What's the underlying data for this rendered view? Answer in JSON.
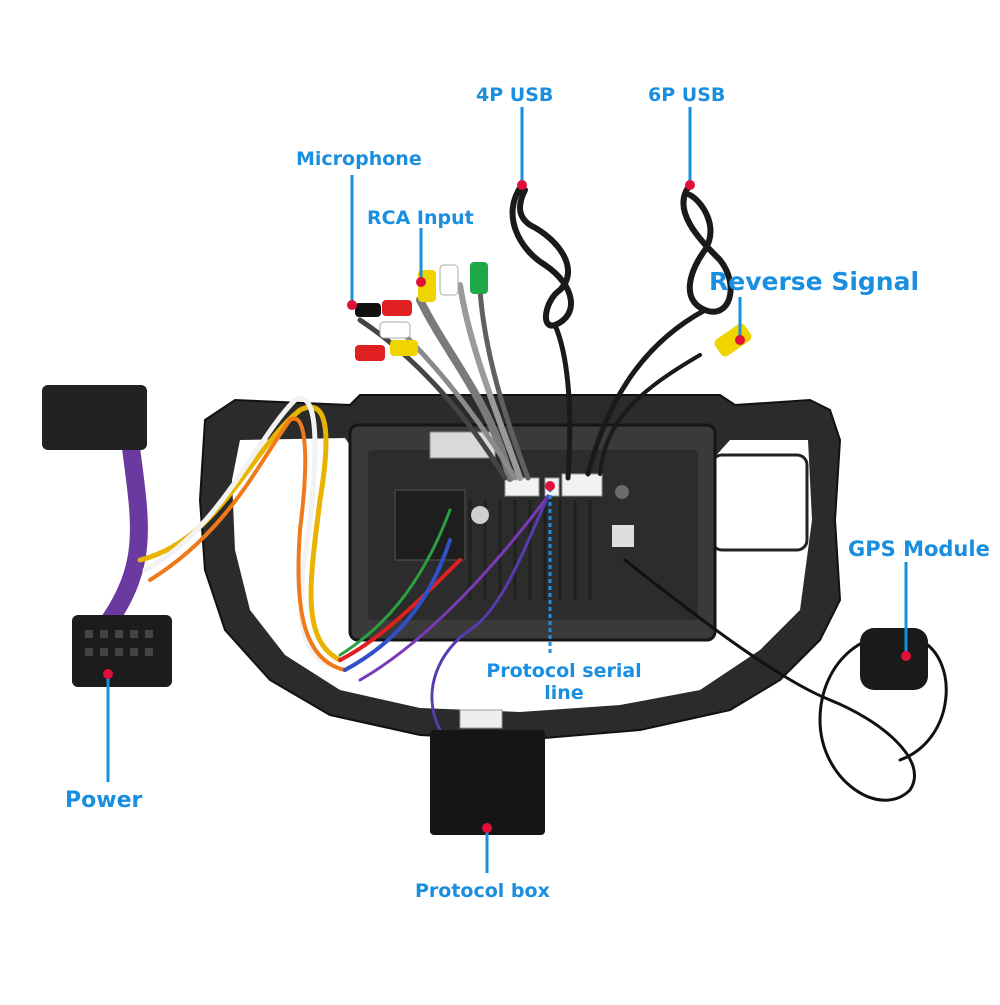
{
  "labels": {
    "usb4p": "4P USB",
    "usb6p": "6P USB",
    "microphone": "Microphone",
    "rca_input": "RCA Input",
    "reverse_signal": "Reverse Signal",
    "gps_module": "GPS Module",
    "power": "Power",
    "protocol_serial_line_1": "Protocol serial",
    "protocol_serial_line_2": "line",
    "protocol_box": "Protocol box"
  },
  "colors": {
    "accent": "#1a8fe0",
    "pointer_dot": "#e0103a",
    "frame": "#2b2b2b",
    "screen_back": "#3a3a3a",
    "cable": "#1a1a1a"
  }
}
